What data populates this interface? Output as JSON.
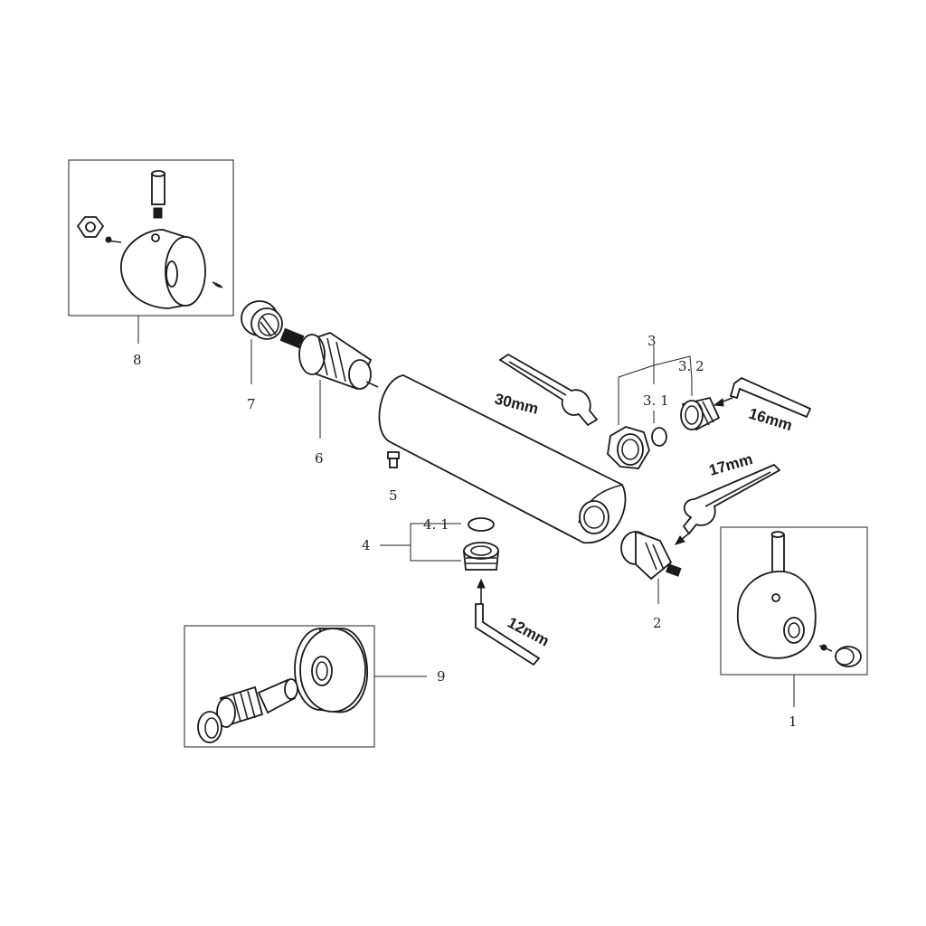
{
  "callouts": {
    "c1": "1",
    "c2": "2",
    "c3": "3",
    "c3_1": "3. 1",
    "c3_2": "3. 2",
    "c4": "4",
    "c4_1": "4. 1",
    "c5": "5",
    "c6": "6",
    "c7": "7",
    "c8": "8",
    "c9": "9"
  },
  "tool_labels": {
    "wrench_large": "30mm",
    "wrench_small": "17mm",
    "hex_key_large": "16mm",
    "hex_key_small": "12mm"
  },
  "colors": {
    "line": "#222222",
    "fill": "#ffffff"
  }
}
